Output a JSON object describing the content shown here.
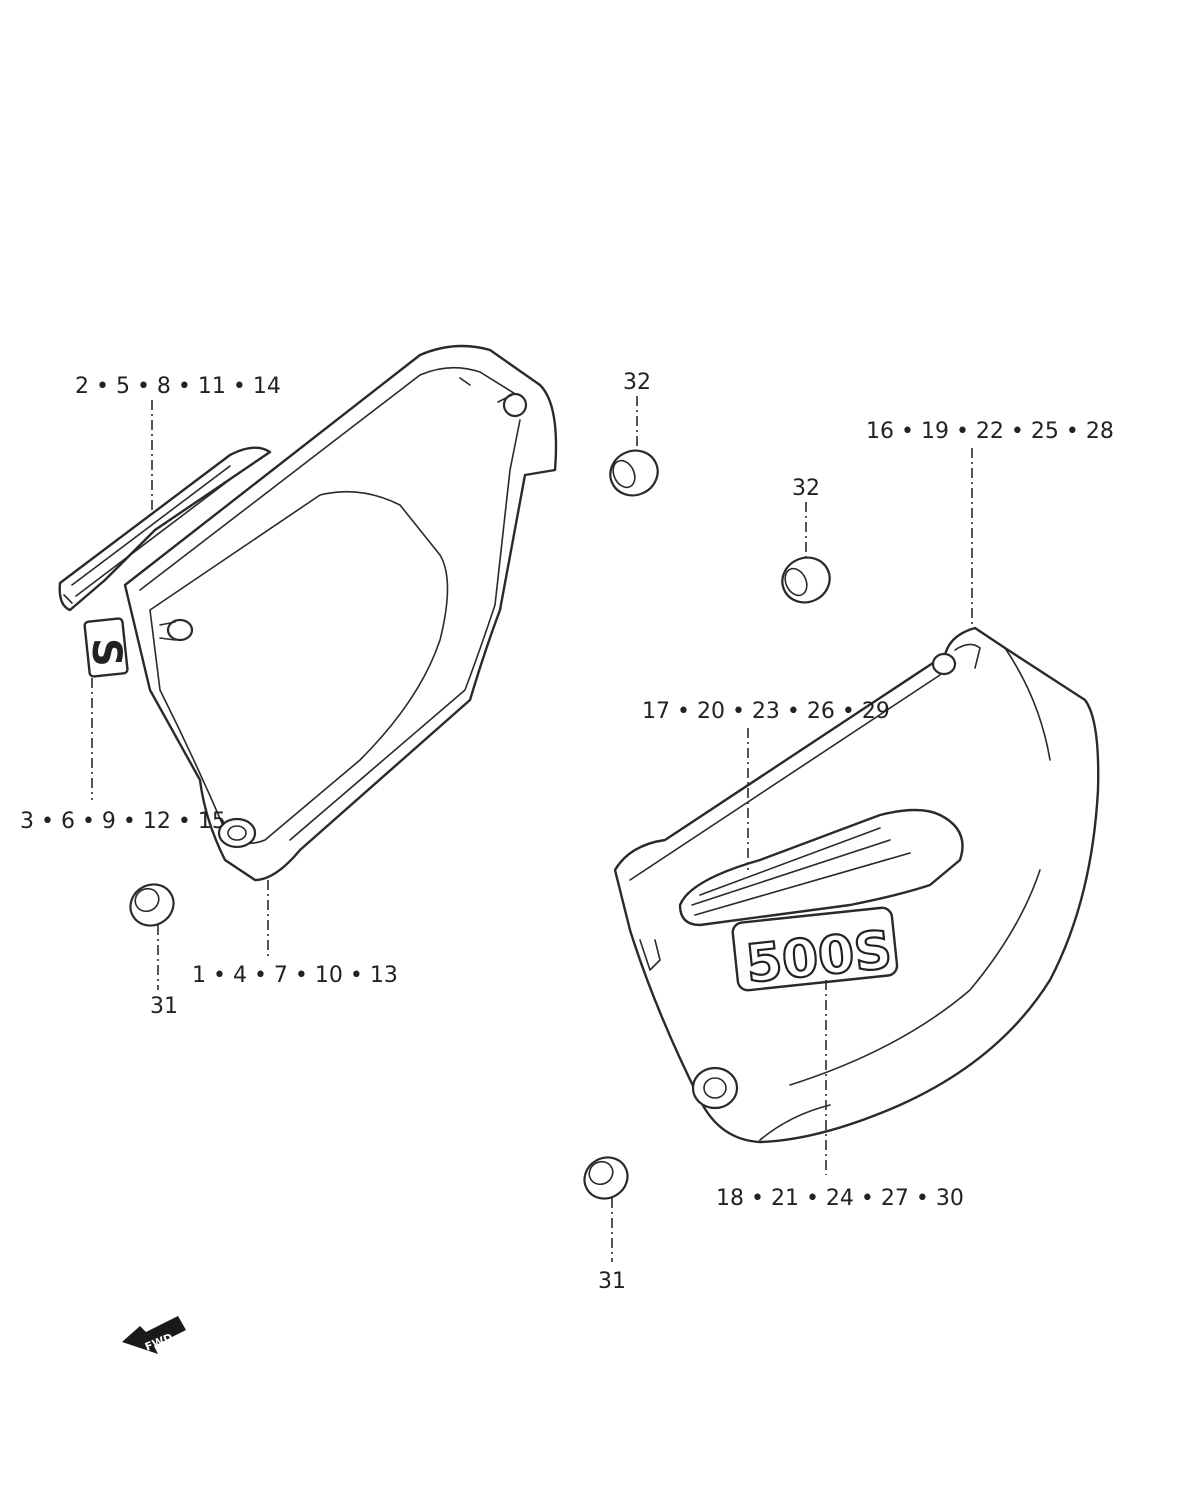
{
  "callouts": {
    "left_upper_emblem": "2 • 5 • 8 • 11 • 14",
    "left_lower_emblem": "3 • 6 • 9 • 12 • 15",
    "left_cover": "1 • 4 • 7 • 10 • 13",
    "left_grommet": "31",
    "center_grommet_upper": "32",
    "center_grommet_right": "32",
    "right_cover": "16 • 19 • 22 • 25 • 28",
    "right_stripe": "17 • 20 • 23 • 26 • 29",
    "right_badge": "18 • 21 • 24 • 27 • 30",
    "bottom_grommet": "31"
  },
  "badge_text": "500S",
  "left_emblem_text": "S",
  "fwd_label": "FWD"
}
